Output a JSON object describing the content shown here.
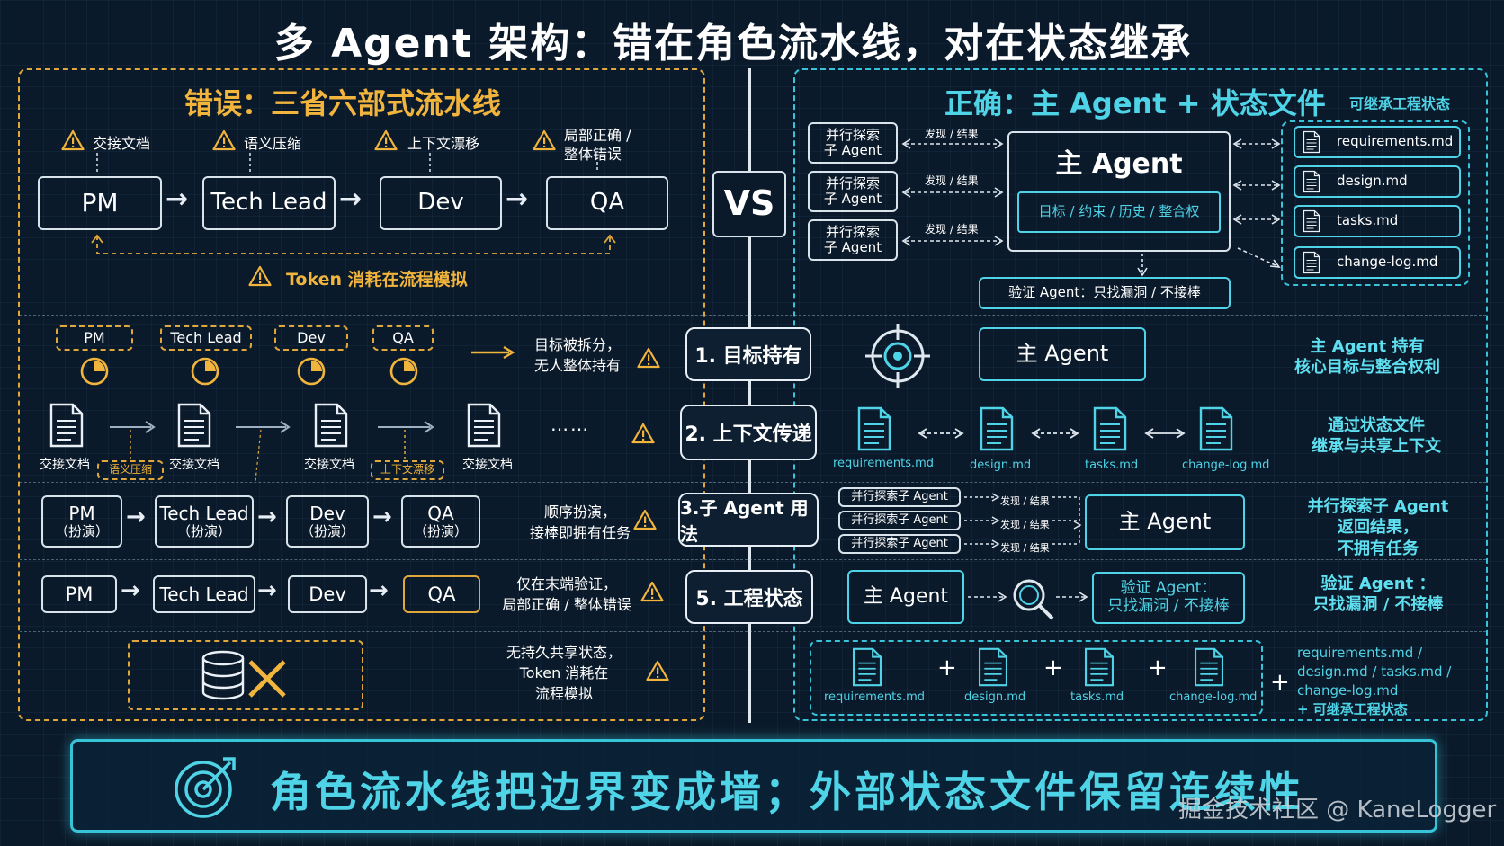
{
  "title": "多 Agent 架构：错在角色流水线，对在状态继承",
  "vs": "VS",
  "left": {
    "heading": "错误：三省六部式流水线",
    "warnings": [
      "交接文档",
      "语义压缩",
      "上下文漂移",
      "局部正确 /",
      "整体错误"
    ],
    "pipeline": [
      "PM",
      "Tech Lead",
      "Dev",
      "QA"
    ],
    "token_note": "Token 消耗在流程模拟",
    "row1": {
      "roles": [
        "PM",
        "Tech Lead",
        "Dev",
        "QA"
      ],
      "desc": [
        "目标被拆分，",
        "无人整体持有"
      ]
    },
    "row2": {
      "docs": [
        "交接文档",
        "交接文档",
        "交接文档",
        "交接文档"
      ],
      "tags": [
        "语义压缩",
        "上下文漂移"
      ],
      "ellipsis": "……"
    },
    "row3": {
      "roles": [
        "PM",
        "Tech Lead",
        "Dev",
        "QA"
      ],
      "sub": "（扮演）",
      "desc": [
        "顺序扮演，",
        "接棒即拥有任务"
      ]
    },
    "row4": {
      "roles": [
        "PM",
        "Tech Lead",
        "Dev",
        "QA"
      ],
      "desc": [
        "仅在末端验证，",
        "局部正确 / 整体错误"
      ]
    },
    "row5": {
      "desc": [
        "无持久共享状态，",
        "Token 消耗在",
        "流程模拟"
      ]
    }
  },
  "steps": [
    "1. 目标持有",
    "2. 上下文传递",
    "3.子 Agent 用法",
    "5. 工程状态"
  ],
  "right": {
    "heading": "正确：主 Agent + 状态文件",
    "state_label": "可继承工程状态",
    "explorers": [
      "并行探索",
      "子 Agent"
    ],
    "found": "发现 / 结果",
    "main_agent": "主 Agent",
    "main_sub": "目标 / 约束 / 历史 / 整合权",
    "files": [
      "requirements.md",
      "design.md",
      "tasks.md",
      "change-log.md"
    ],
    "verify": "验证 Agent：只找漏洞 / 不接棒",
    "row1": {
      "agent": "主 Agent",
      "desc": [
        "主 Agent 持有",
        "核心目标与整合权利"
      ]
    },
    "row2": {
      "desc": [
        "通过状态文件",
        "继承与共享上下文"
      ]
    },
    "row3": {
      "explorer": "并行探索子 Agent",
      "found": "发现 / 结果",
      "agent": "主 Agent",
      "desc": [
        "并行探索子 Agent",
        "返回结果，",
        "不拥有任务"
      ]
    },
    "row4": {
      "agent": "主 Agent",
      "verify": [
        "验证 Agent：",
        "只找漏洞 / 不接棒"
      ],
      "desc": [
        "验证 Agent ：",
        "只找漏洞 / 不接棒"
      ]
    },
    "row5": {
      "plus": "+",
      "desc": [
        "requirements.md /",
        "design.md / tasks.md /",
        "change-log.md",
        "+ 可继承工程状态"
      ]
    }
  },
  "footer": "角色流水线把边界变成墙；外部状态文件保留连续性",
  "watermark": "掘金技术社区 @ KaneLogger",
  "colors": {
    "orange": "#e0a83a",
    "cyan": "#37c3d8",
    "bg": "#0b1a2a"
  }
}
